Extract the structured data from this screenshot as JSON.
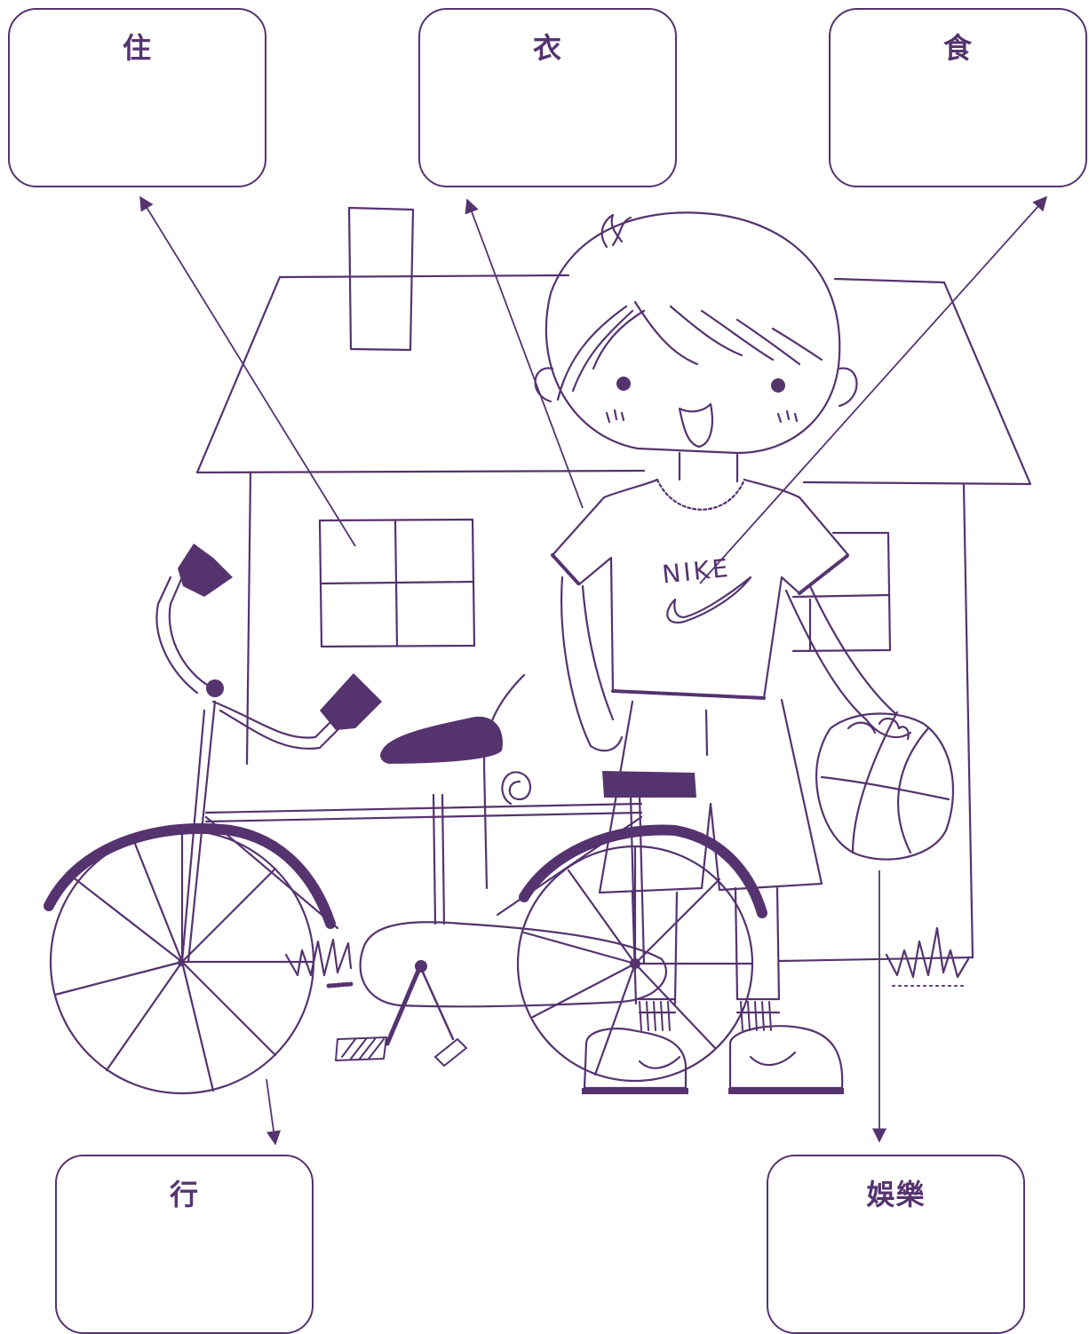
{
  "colors": {
    "ink": "#55336f",
    "background": "#ffffff"
  },
  "boxes": {
    "housing": {
      "title": "住"
    },
    "clothing": {
      "title": "衣"
    },
    "food": {
      "title": "食"
    },
    "transport": {
      "title": "行"
    },
    "entertainment": {
      "title": "娛樂"
    }
  },
  "illustration": {
    "shirt_text": "NIKE",
    "items": [
      "house-icon",
      "boy-icon",
      "tshirt-icon",
      "bicycle-icon",
      "basketball-icon"
    ]
  }
}
